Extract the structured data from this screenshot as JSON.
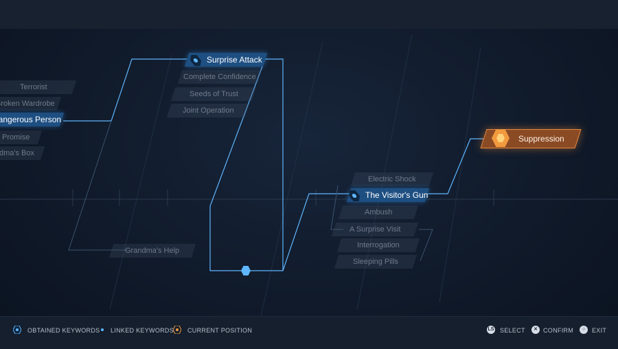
{
  "keywords": {
    "left_column": [
      "Terrorist",
      "Broken Wardrobe",
      "Dangerous Person",
      "Promise",
      "dma's Box"
    ],
    "mid_column": [
      "Surprise Attack",
      "Complete Confidence",
      "Seeds of Trust",
      "Joint Operation"
    ],
    "lower_left": "Grandma's Help",
    "right_column": [
      "Electric Shock",
      "The Visitor's Gun",
      "Ambush",
      "A Surprise Visit",
      "Interrogation",
      "Sleeping Pills"
    ],
    "current": "Suppression"
  },
  "legend": {
    "obtained": "OBTAINED KEYWORDS",
    "linked": "LINKED KEYWORDS",
    "current": "CURRENT POSITION"
  },
  "controls": {
    "select": "SELECT",
    "confirm": "CONFIRM",
    "exit": "EXIT",
    "select_btn": "LS",
    "confirm_btn": "✕",
    "exit_btn": "○"
  },
  "colors": {
    "link_line": "#5fb6ff",
    "active_chip": "#1e4f82",
    "current_chip": "#8a4a24",
    "current_glow": "#f29a3e"
  }
}
